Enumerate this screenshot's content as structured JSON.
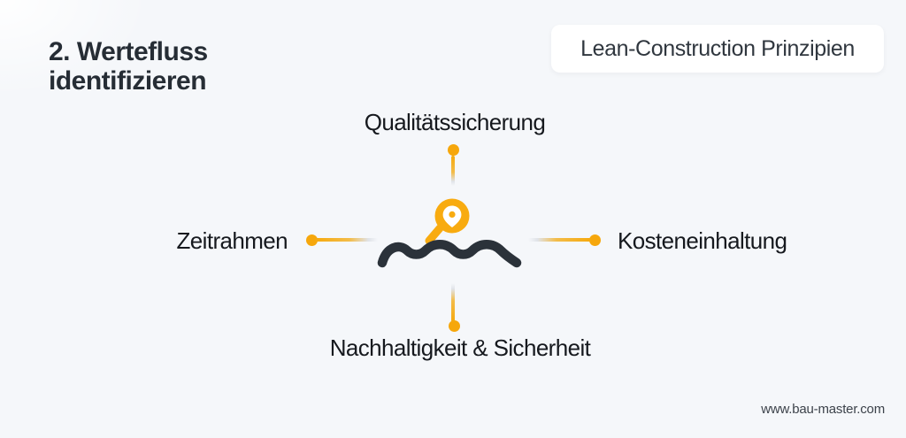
{
  "header": {
    "step_title": "2. Wertefluss identifizieren",
    "badge_label": "Lean-Construction Prinzipien"
  },
  "diagram": {
    "center_icon": "magnifier-location-pin-over-waves",
    "items": [
      {
        "position": "top",
        "label": "Qualitätssicherung"
      },
      {
        "position": "left",
        "label": "Zeitrahmen"
      },
      {
        "position": "right",
        "label": "Kosteneinhaltung"
      },
      {
        "position": "bottom",
        "label": "Nachhaltigkeit & Sicherheit"
      }
    ]
  },
  "footer": {
    "website_url": "www.bau-master.com"
  },
  "colors": {
    "background": "#F5F7FA",
    "accent": "#F6A90D",
    "wave_dark": "#2B323A",
    "badge_background": "#FFFFFF",
    "title_text": "#262D35",
    "label_text": "#16191E"
  }
}
